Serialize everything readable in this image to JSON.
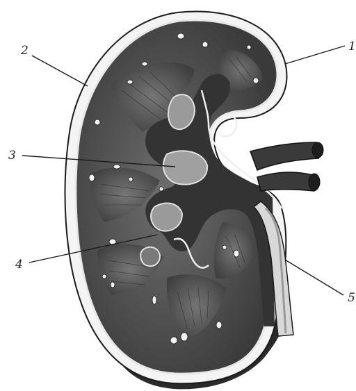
{
  "figure": {
    "callouts": [
      {
        "id": "1",
        "label": "1"
      },
      {
        "id": "2",
        "label": "2"
      },
      {
        "id": "3",
        "label": "3"
      },
      {
        "id": "4",
        "label": "4"
      },
      {
        "id": "5",
        "label": "5"
      }
    ]
  }
}
